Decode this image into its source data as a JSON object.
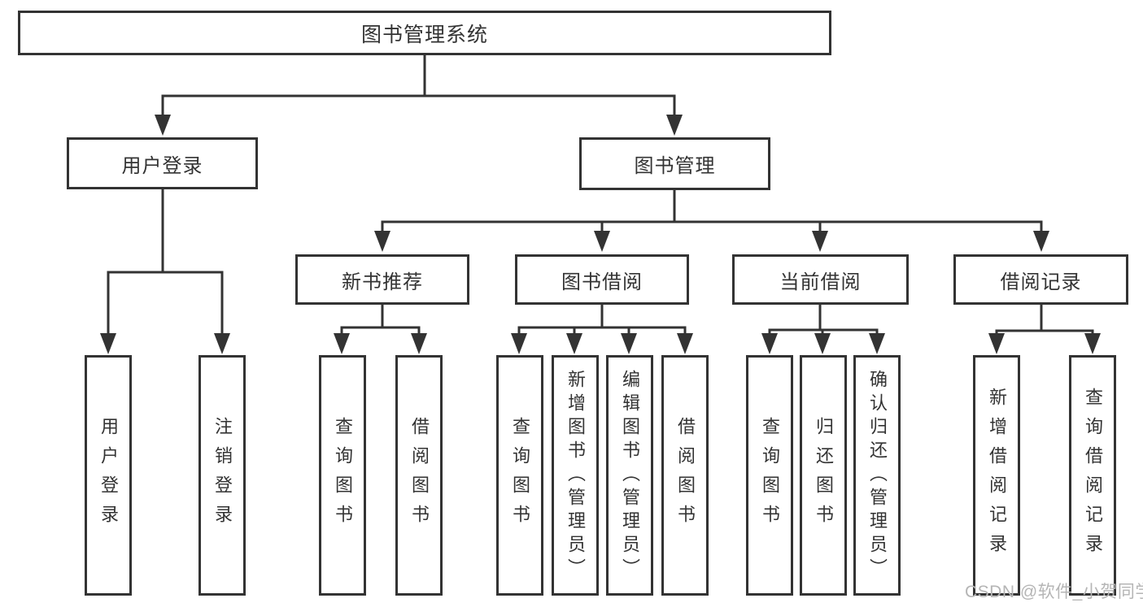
{
  "tree": {
    "root": {
      "label": "图书管理系统"
    },
    "children": [
      {
        "label": "用户登录",
        "children": [
          {
            "label": "用户登录"
          },
          {
            "label": "注销登录"
          }
        ]
      },
      {
        "label": "图书管理",
        "children": [
          {
            "label": "新书推荐",
            "children": [
              {
                "label": "查询图书"
              },
              {
                "label": "借阅图书"
              }
            ]
          },
          {
            "label": "图书借阅",
            "children": [
              {
                "label": "查询图书"
              },
              {
                "label": "新增图书（管理员）"
              },
              {
                "label": "编辑图书（管理员）"
              },
              {
                "label": "借阅图书"
              }
            ]
          },
          {
            "label": "当前借阅",
            "children": [
              {
                "label": "查询图书"
              },
              {
                "label": "归还图书"
              },
              {
                "label": "确认归还（管理员）"
              }
            ]
          },
          {
            "label": "借阅记录",
            "children": [
              {
                "label": "新增借阅记录"
              },
              {
                "label": "查询借阅记录"
              }
            ]
          }
        ]
      }
    ]
  },
  "watermark": {
    "text": "CSDN @软件_小贺同学"
  },
  "colors": {
    "line": "#333333",
    "text": "#333333",
    "background": "#ffffff",
    "watermark_gray": "#b5b5b5"
  }
}
